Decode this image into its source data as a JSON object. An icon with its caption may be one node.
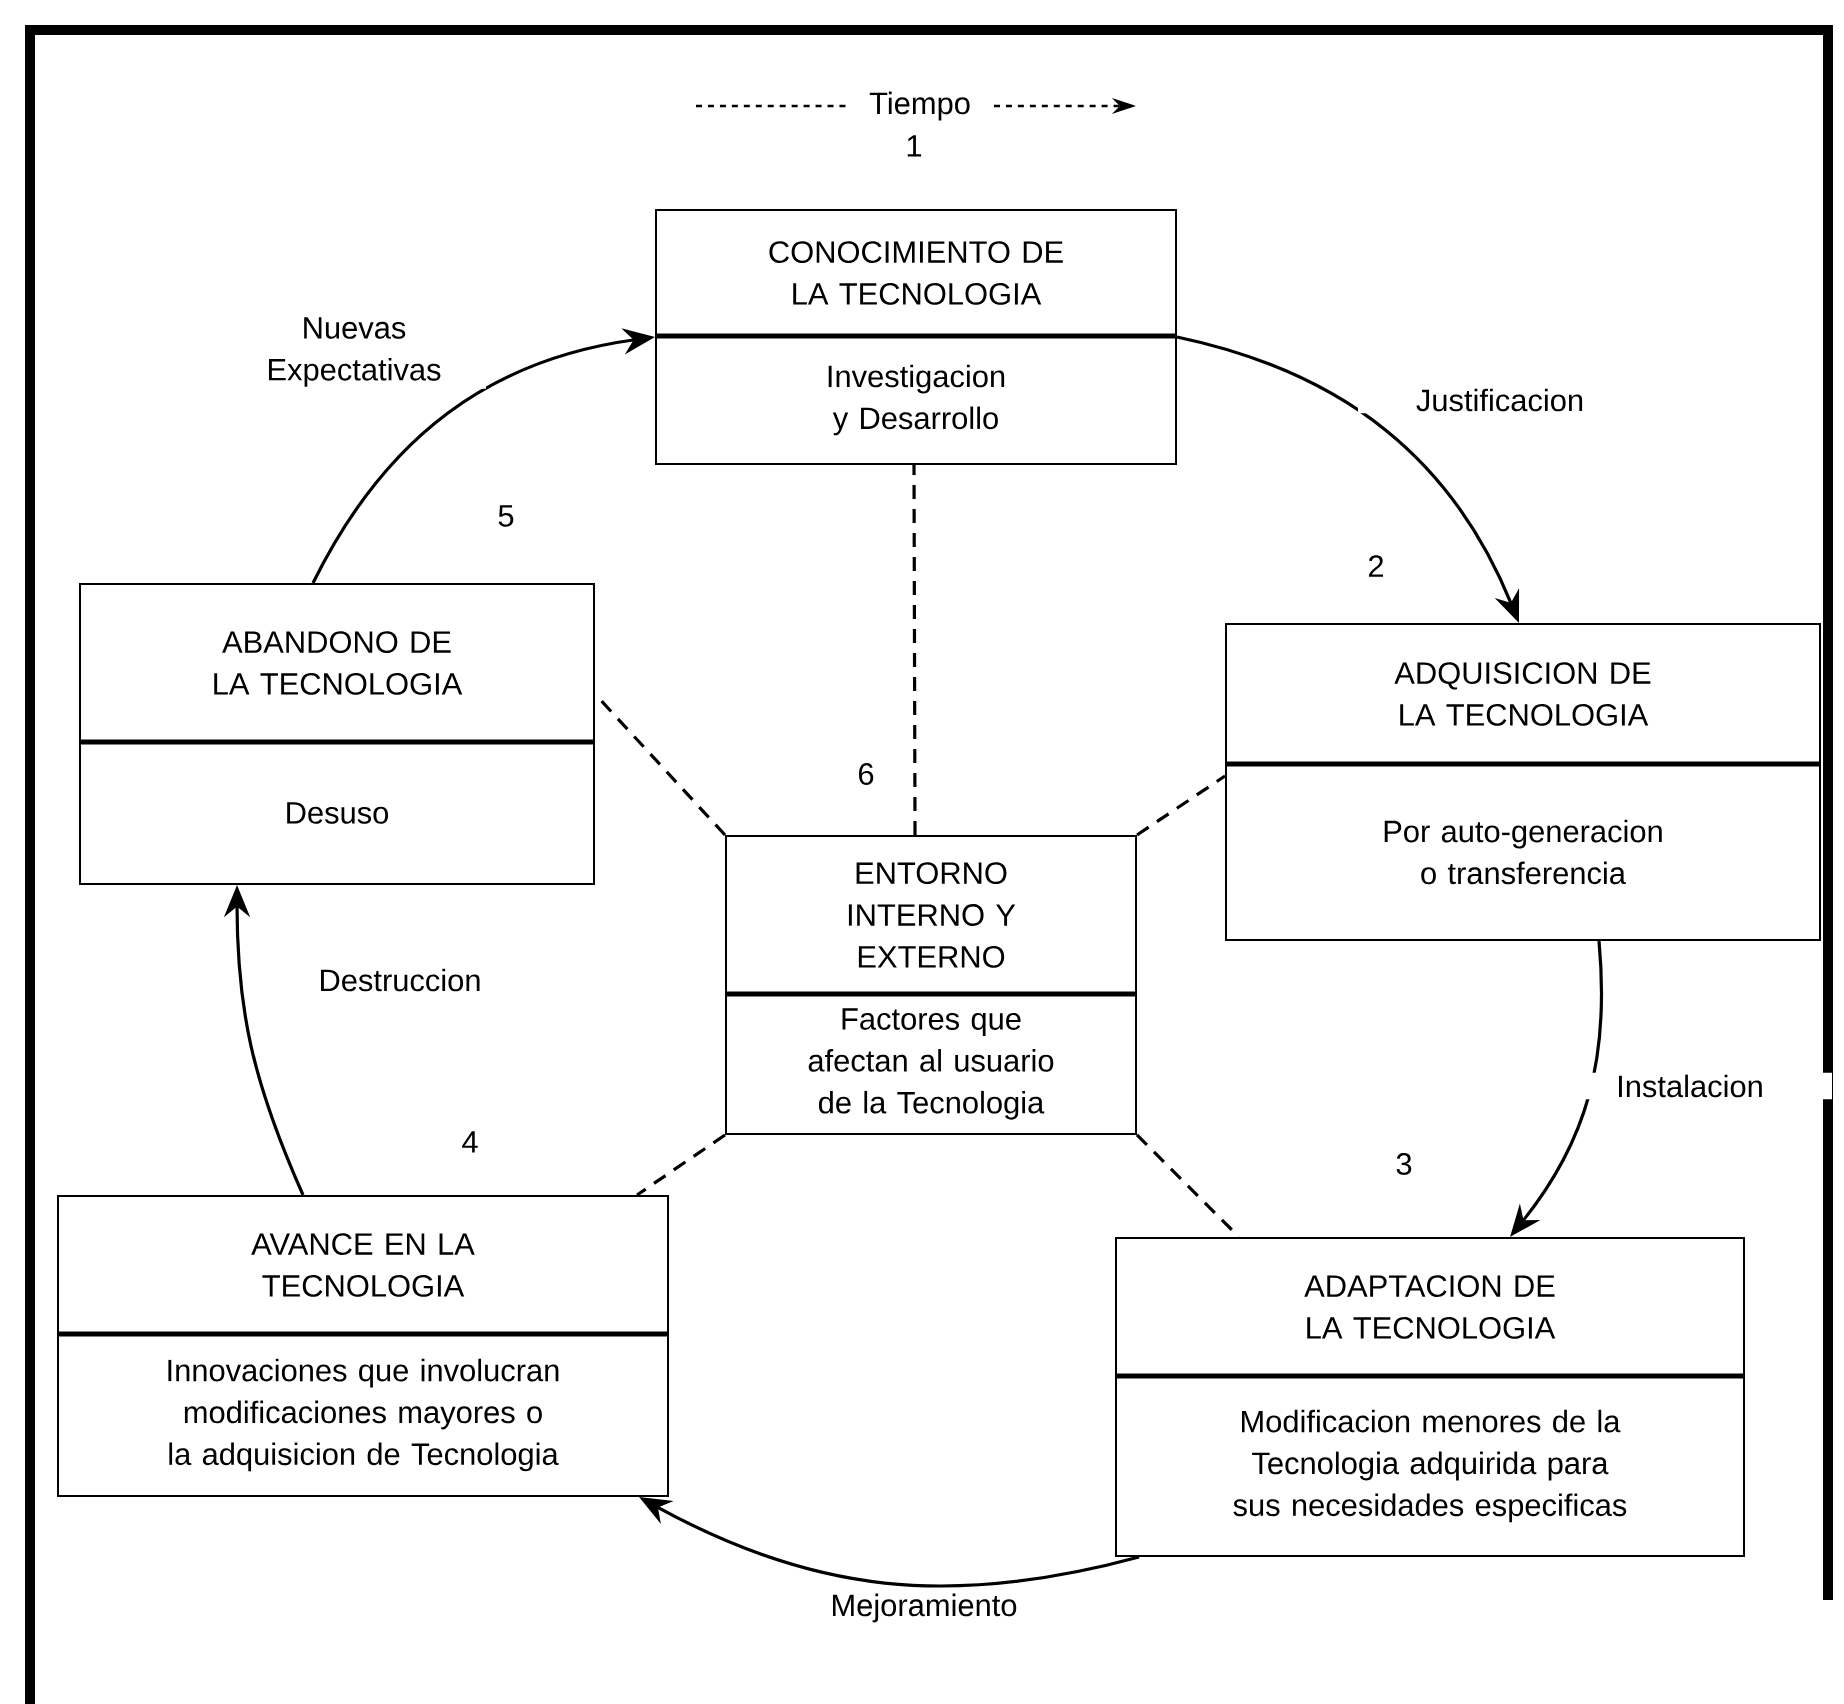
{
  "diagram": {
    "nodes": [
      {
        "text": [
          "CONOCIMIENTO DE LA TECNOLOGIA",
          "Investigacion y Desarrollo"
        ],
        "beside": [
          "1"
        ]
      },
      {
        "text": [
          "ADQUISICION DE LA TECNOLOGIA",
          "Por auto-generacion o transferencia"
        ],
        "beside": [
          "2"
        ]
      },
      {
        "text": [
          "ADAPTACION DE LA TECNOLOGIA",
          "Modificacion menores de la Tecnologia adquirida para sus necesidades especificas"
        ],
        "beside": [
          "3"
        ]
      },
      {
        "text": [
          "AVANCE EN LA TECNOLOGIA",
          "Innovaciones que involucran modificaciones mayores o la adquisicion de Tecnologia"
        ],
        "beside": [
          "4"
        ]
      },
      {
        "text": [
          "ABANDONO DE LA TECNOLOGIA",
          "Desuso"
        ],
        "beside": [
          "5"
        ]
      },
      {
        "text": [
          "ENTORNO INTERNO Y EXTERNO",
          "Factores que afectan al usuario de la Tecnologia"
        ],
        "beside": [
          "6"
        ]
      }
    ],
    "edges": [
      {
        "from": 0,
        "to": 1,
        "arrow": "to",
        "label": "Justificacion"
      },
      {
        "from": 1,
        "to": 2,
        "arrow": "to",
        "label": "Instalacion"
      },
      {
        "from": 2,
        "to": 3,
        "arrow": "to",
        "label": "Mejoramiento"
      },
      {
        "from": 3,
        "to": 4,
        "arrow": "to",
        "label": "Destruccion"
      },
      {
        "from": 4,
        "to": 0,
        "arrow": "to",
        "label": "Nuevas Expectativas"
      },
      {
        "from": 5,
        "to": 0,
        "arrow": "none",
        "style": "dashed"
      },
      {
        "from": 5,
        "to": 1,
        "arrow": "none",
        "style": "dashed"
      },
      {
        "from": 5,
        "to": 2,
        "arrow": "none",
        "style": "dashed"
      },
      {
        "from": 5,
        "to": 3,
        "arrow": "none",
        "style": "dashed"
      },
      {
        "from": 5,
        "to": 4,
        "arrow": "none",
        "style": "dashed"
      }
    ],
    "labels": [
      "Tiempo"
    ]
  }
}
